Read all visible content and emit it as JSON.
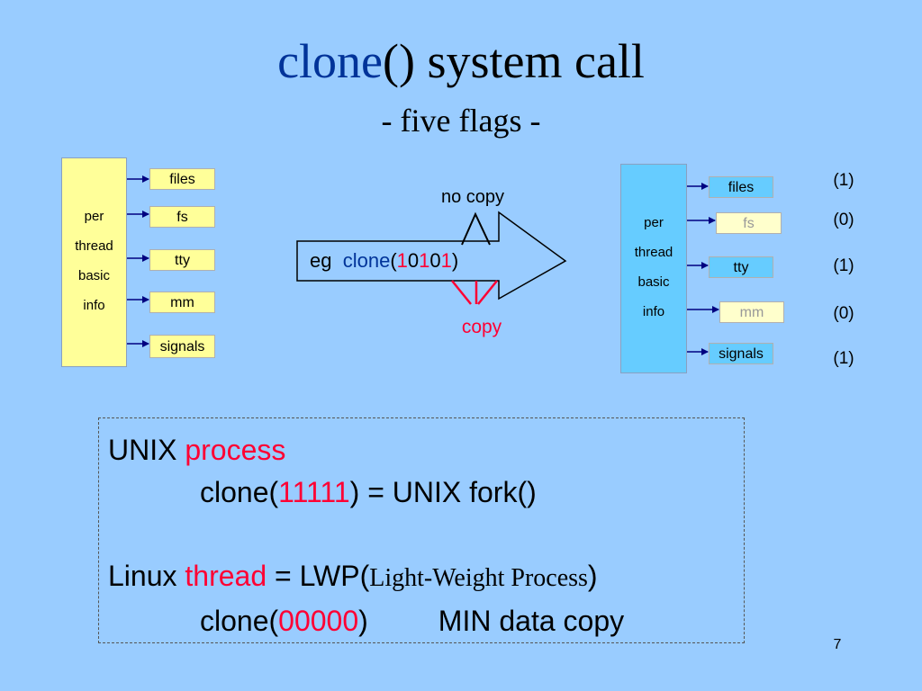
{
  "title": {
    "keyword": "clone",
    "rest": "() system call"
  },
  "subtitle": "- five flags -",
  "left_panel": {
    "lines": [
      "per",
      "thread",
      "basic",
      "info"
    ],
    "items": [
      "files",
      "fs",
      "tty",
      "mm",
      "signals"
    ]
  },
  "right_panel": {
    "lines": [
      "per",
      "thread",
      "basic",
      "info"
    ],
    "items": [
      "files",
      "fs",
      "tty",
      "mm",
      "signals"
    ],
    "flags": [
      "(1)",
      "(0)",
      "(1)",
      "(0)",
      "(1)"
    ]
  },
  "arrow": {
    "prefix": "eg",
    "func": "clone",
    "open": "(",
    "bits": [
      "1",
      "0",
      "1",
      "0",
      "1"
    ],
    "close": ")"
  },
  "no_copy_label": "no copy",
  "copy_label": "copy",
  "bottom": {
    "line1_a": "UNIX ",
    "line1_b": "process",
    "line2_a": "clone(",
    "line2_b": "11111",
    "line2_c": ") = UNIX fork()",
    "line3_a": "Linux ",
    "line3_b": "thread",
    "line3_c": " = LWP(",
    "line3_d": "Light-Weight Process",
    "line3_e": ")",
    "line4_a": "clone(",
    "line4_b": "00000",
    "line4_c": ")",
    "line4_d": "MIN data copy"
  },
  "page_number": "7"
}
